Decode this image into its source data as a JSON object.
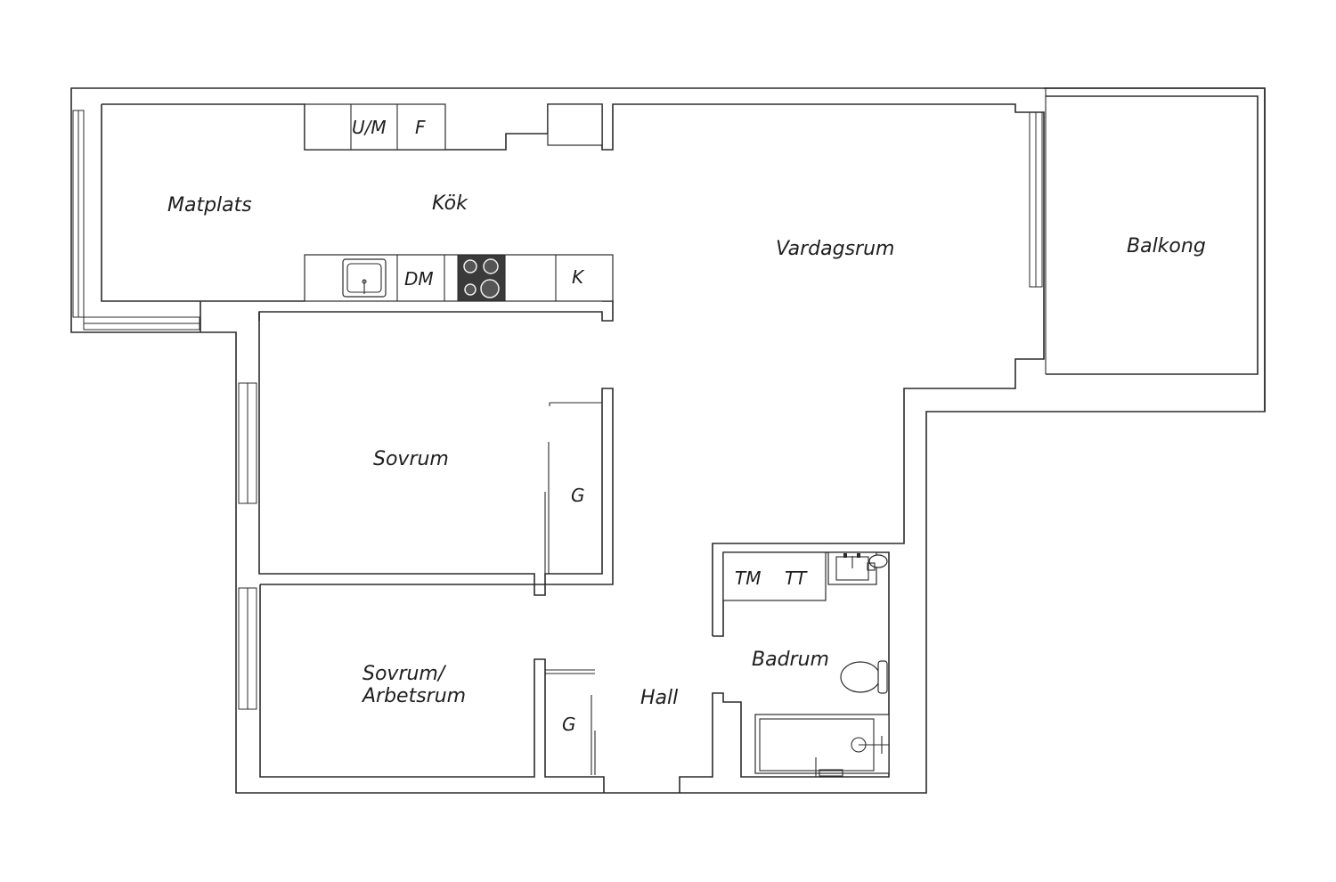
{
  "rooms": {
    "matplats": "Matplats",
    "kok": "Kök",
    "vardagsrum": "Vardagsrum",
    "balkong": "Balkong",
    "sovrum": "Sovrum",
    "sovrum_arbetsrum_line1": "Sovrum/",
    "sovrum_arbetsrum_line2": "Arbetsrum",
    "hall": "Hall",
    "badrum": "Badrum"
  },
  "fixtures": {
    "um": "U/M",
    "f": "F",
    "dm": "DM",
    "k": "K",
    "g1": "G",
    "g2": "G",
    "tm": "TM",
    "tt": "TT"
  },
  "colors": {
    "line": "#2b2b2b",
    "hob": "#3a3a3a",
    "background": "#ffffff"
  }
}
